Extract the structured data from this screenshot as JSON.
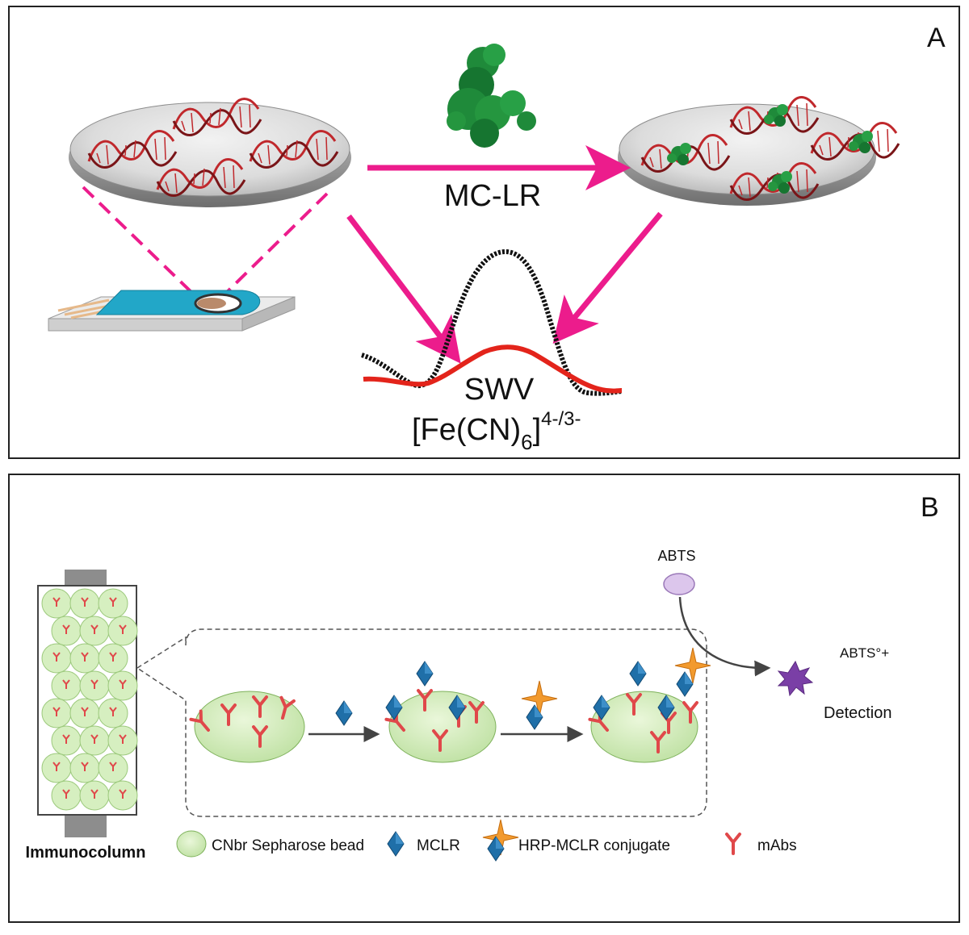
{
  "panel_a": {
    "label": "A",
    "reaction_label": "MC-LR",
    "technique_label": "SWV",
    "probe_formula": {
      "base": "[Fe(CN)",
      "subscript": "6",
      "close": "]",
      "superscript": "4-/3-"
    },
    "colors": {
      "arrow": "#ec1c8c",
      "aptamer": "#c0282c",
      "protein": "#1f8a3a",
      "curve_before": "#111111",
      "curve_after": "#e3241b",
      "electrode": "#22a7c8"
    }
  },
  "panel_b": {
    "label": "B",
    "column_label": "Immunocolumn",
    "abts_label": "ABTS",
    "abts_product_label": "ABTS°+",
    "detection_label": "Detection",
    "legend": [
      {
        "icon": "bead-icon",
        "label": "CNbr Sepharose bead"
      },
      {
        "icon": "mclr-icon",
        "label": "MCLR"
      },
      {
        "icon": "hrp-conjugate-icon",
        "label": "HRP-MCLR conjugate"
      },
      {
        "icon": "antibody-icon",
        "label": "mAbs"
      }
    ],
    "colors": {
      "bead": "#d6efc0",
      "antibody": "#e0484a",
      "mclr": "#1f6fa8",
      "hrp": "#f29a2e",
      "abts": "#dcc6ec",
      "product": "#7a3fa6"
    }
  }
}
